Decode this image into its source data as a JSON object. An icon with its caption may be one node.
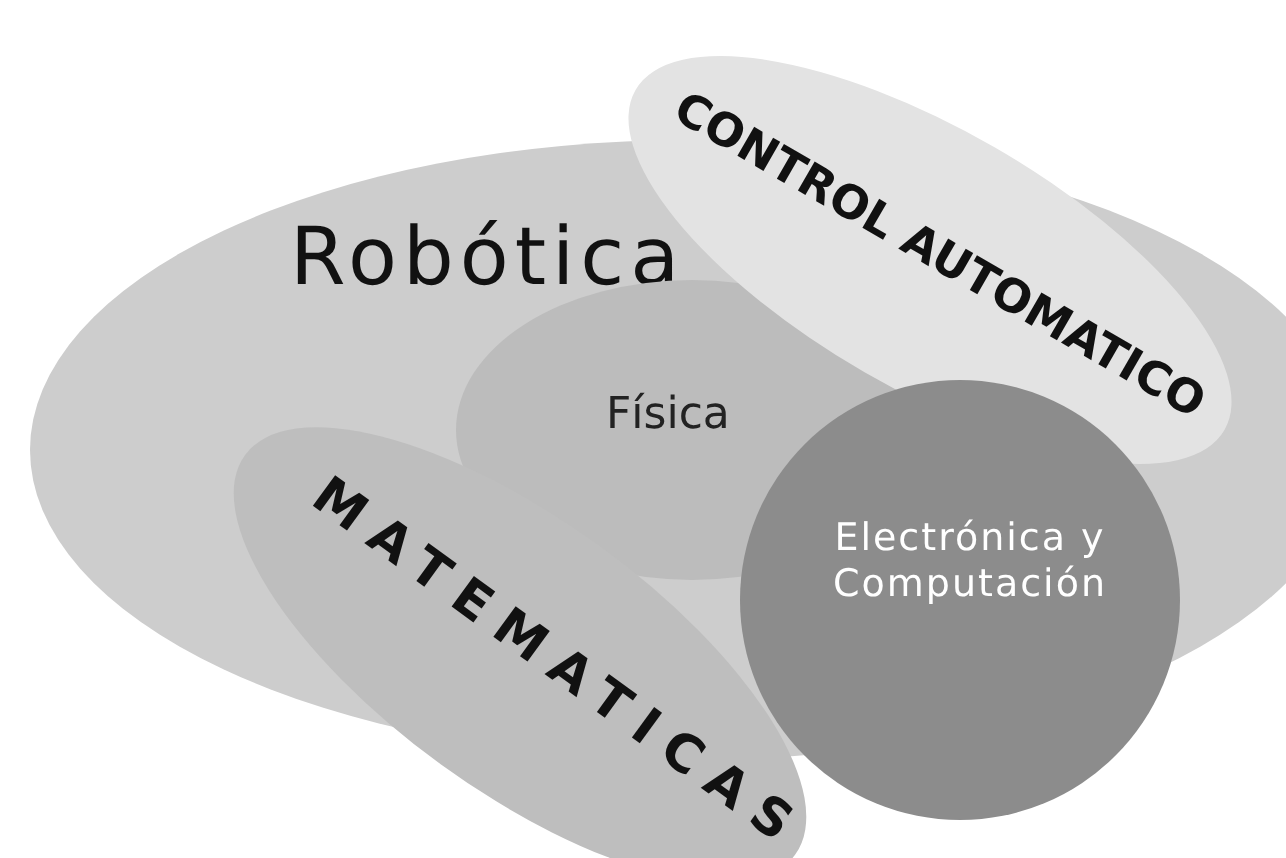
{
  "diagram": {
    "nodes": [
      {
        "text": [
          "Robótica"
        ]
      },
      {
        "text": [
          "CONTROL AUTOMATICO"
        ]
      },
      {
        "text": [
          "Física"
        ],
        "in": 0
      },
      {
        "text": [
          "MATEMATICAS"
        ]
      },
      {
        "text": [
          "Electrónica y Computación"
        ]
      }
    ]
  }
}
